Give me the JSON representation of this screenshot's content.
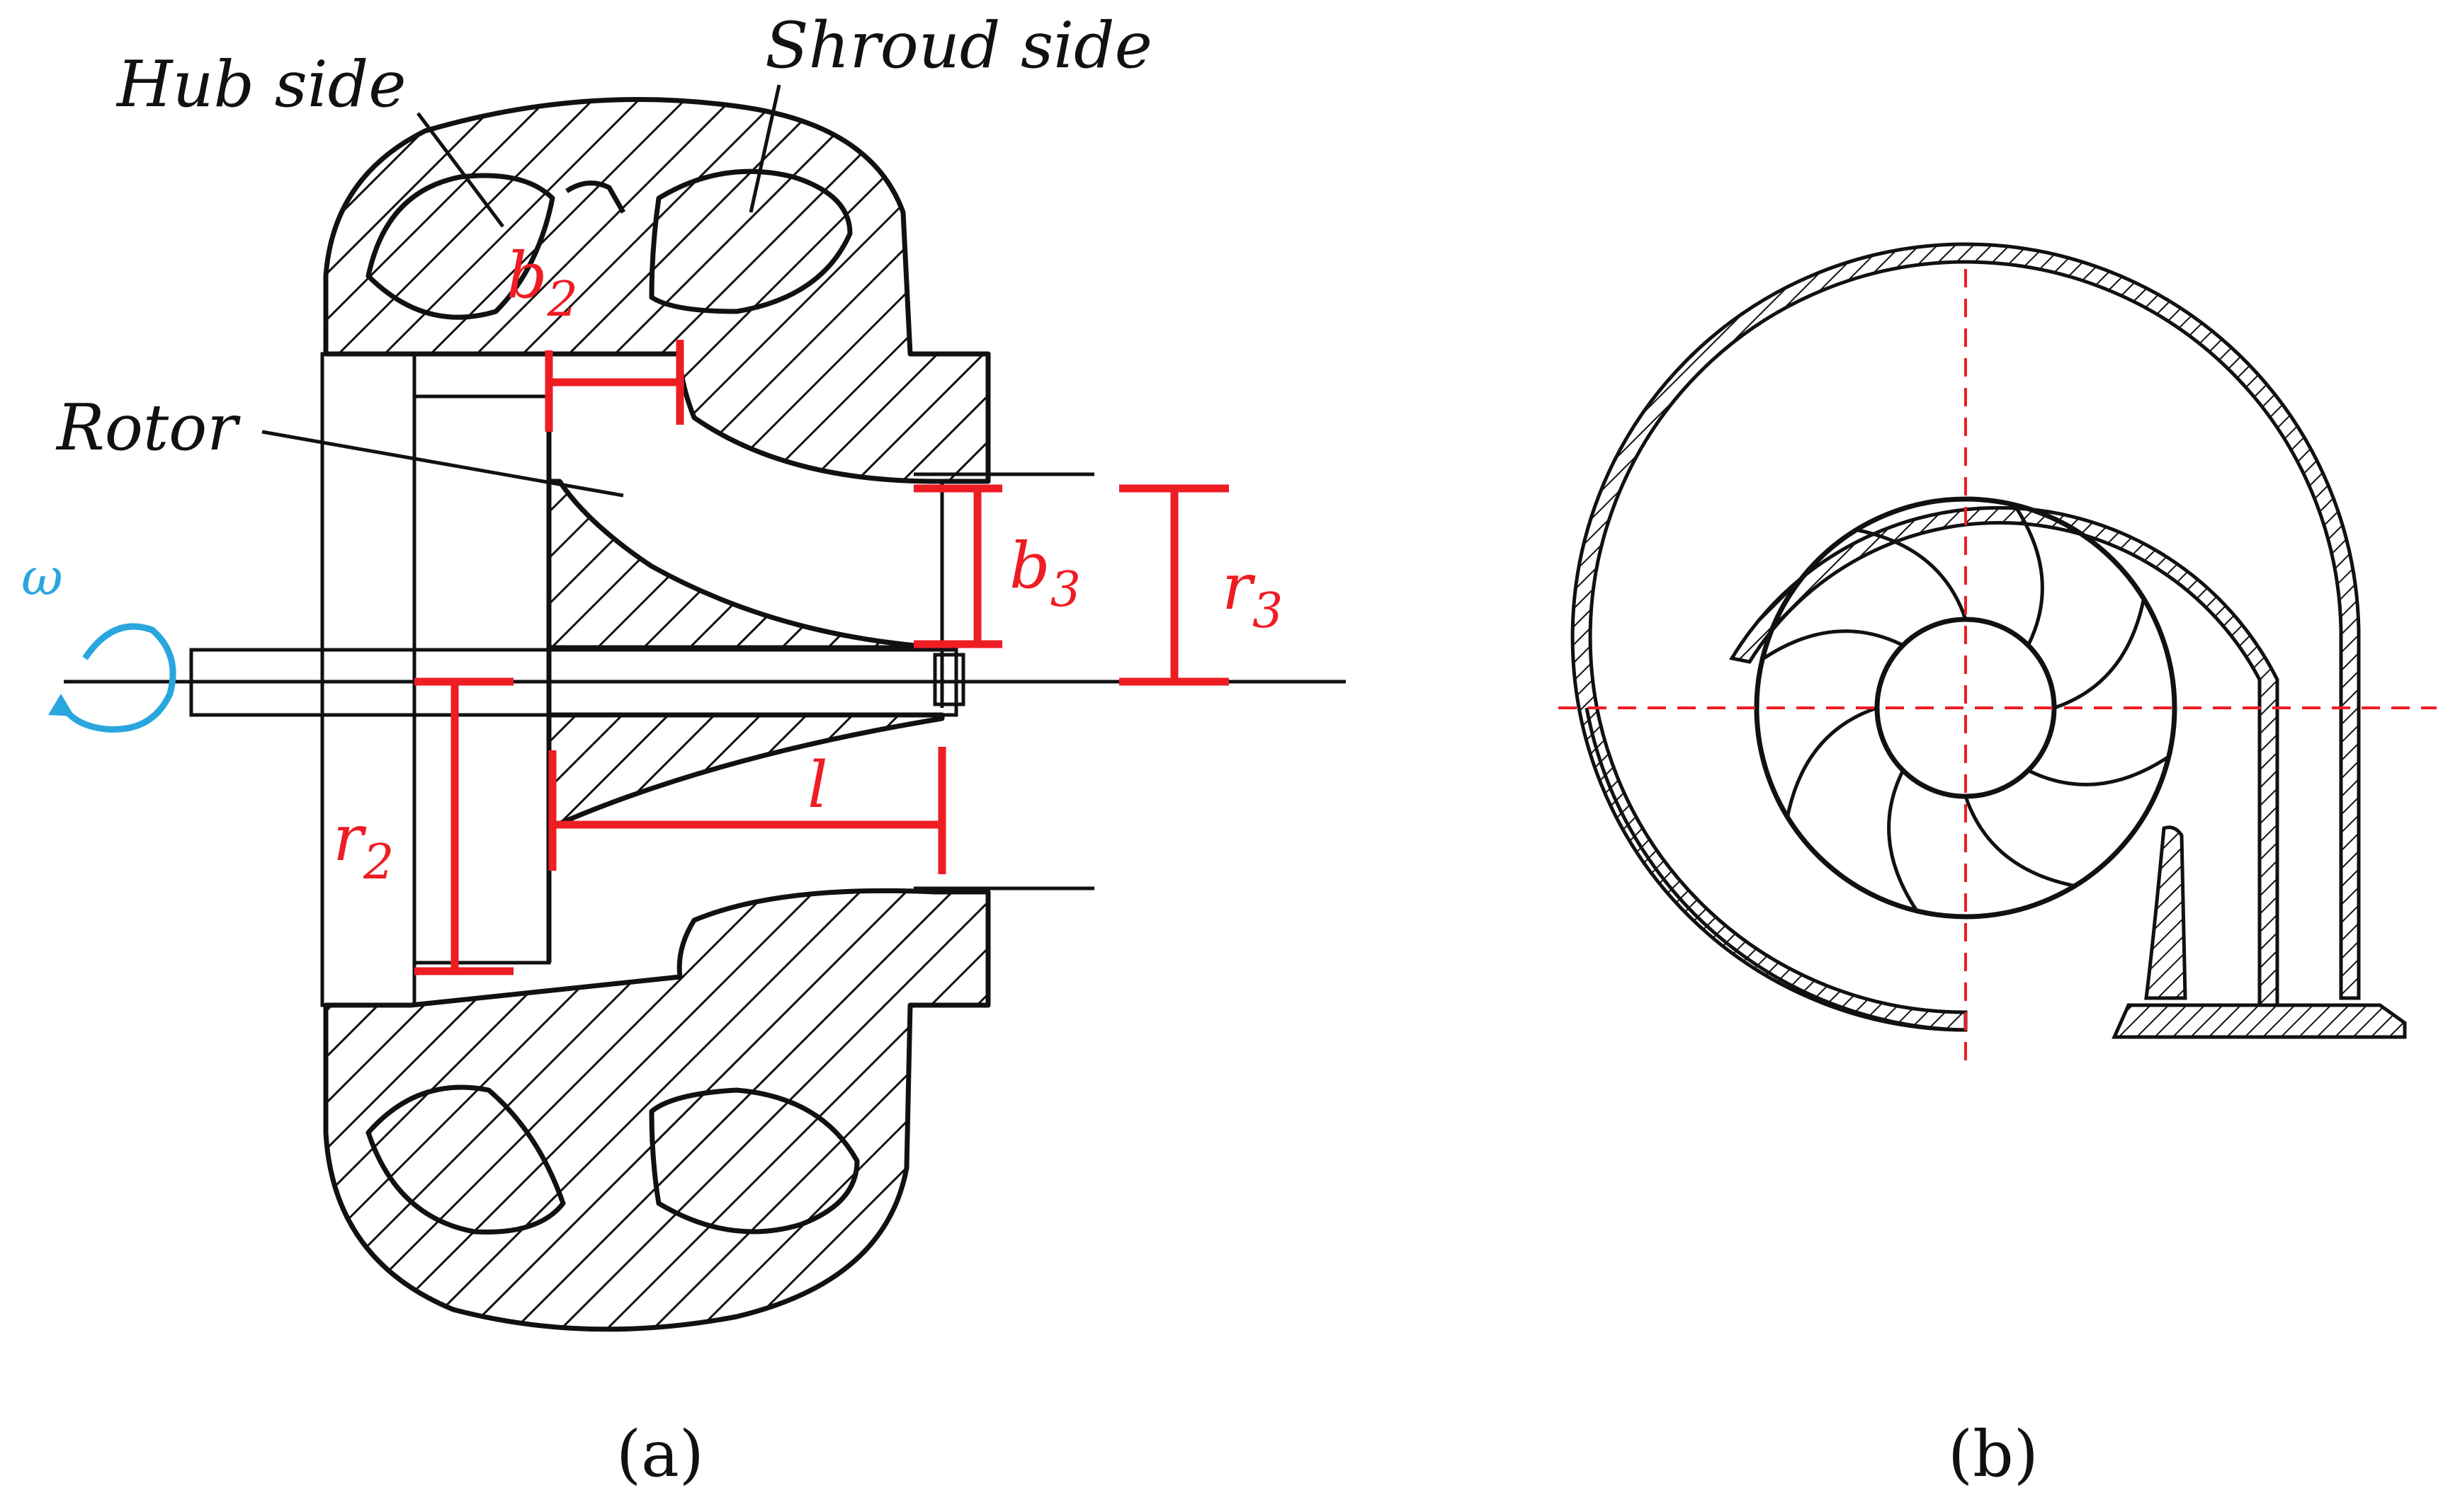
{
  "panel_a": {
    "labels": {
      "hub_side": "Hub side",
      "shroud_side": "Shroud side",
      "rotor": "Rotor",
      "omega": "ω",
      "b2_base": "b",
      "b2_sub": "2",
      "b3_base": "b",
      "b3_sub": "3",
      "r3_base": "r",
      "r3_sub": "3",
      "r2_base": "r",
      "r2_sub": "2",
      "l": "l"
    },
    "caption": "(a)"
  },
  "panel_b": {
    "caption": "(b)",
    "impeller_blade_count": 8
  },
  "colors": {
    "dimension": "#ee1d23",
    "rotation": "#2aa6df",
    "outline": "#111111"
  }
}
